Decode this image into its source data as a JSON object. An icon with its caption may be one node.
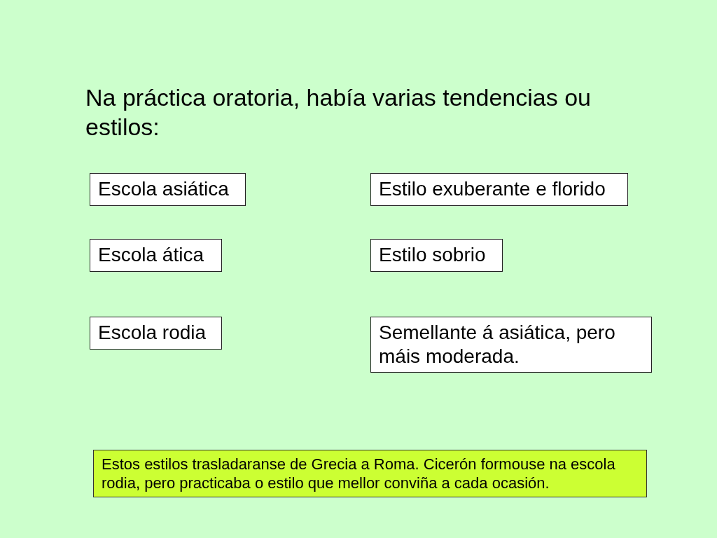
{
  "diagram": {
    "title": "Na práctica oratoria, había varias tendencias ou estilos:",
    "nodes": [
      {
        "text": [
          "Escola asiática"
        ]
      },
      {
        "text": [
          "Estilo exuberante e florido"
        ]
      },
      {
        "text": [
          "Escola ática"
        ]
      },
      {
        "text": [
          "Estilo sobrio"
        ]
      },
      {
        "text": [
          "Escola rodia"
        ]
      },
      {
        "text": [
          "Semellante á asiática, pero máis moderada."
        ]
      },
      {
        "text": [
          "Estos estilos trasladaranse de Grecia a Roma. Cicerón formouse na escola rodia, pero practicaba o estilo que mellor conviña a cada ocasión."
        ]
      }
    ]
  }
}
